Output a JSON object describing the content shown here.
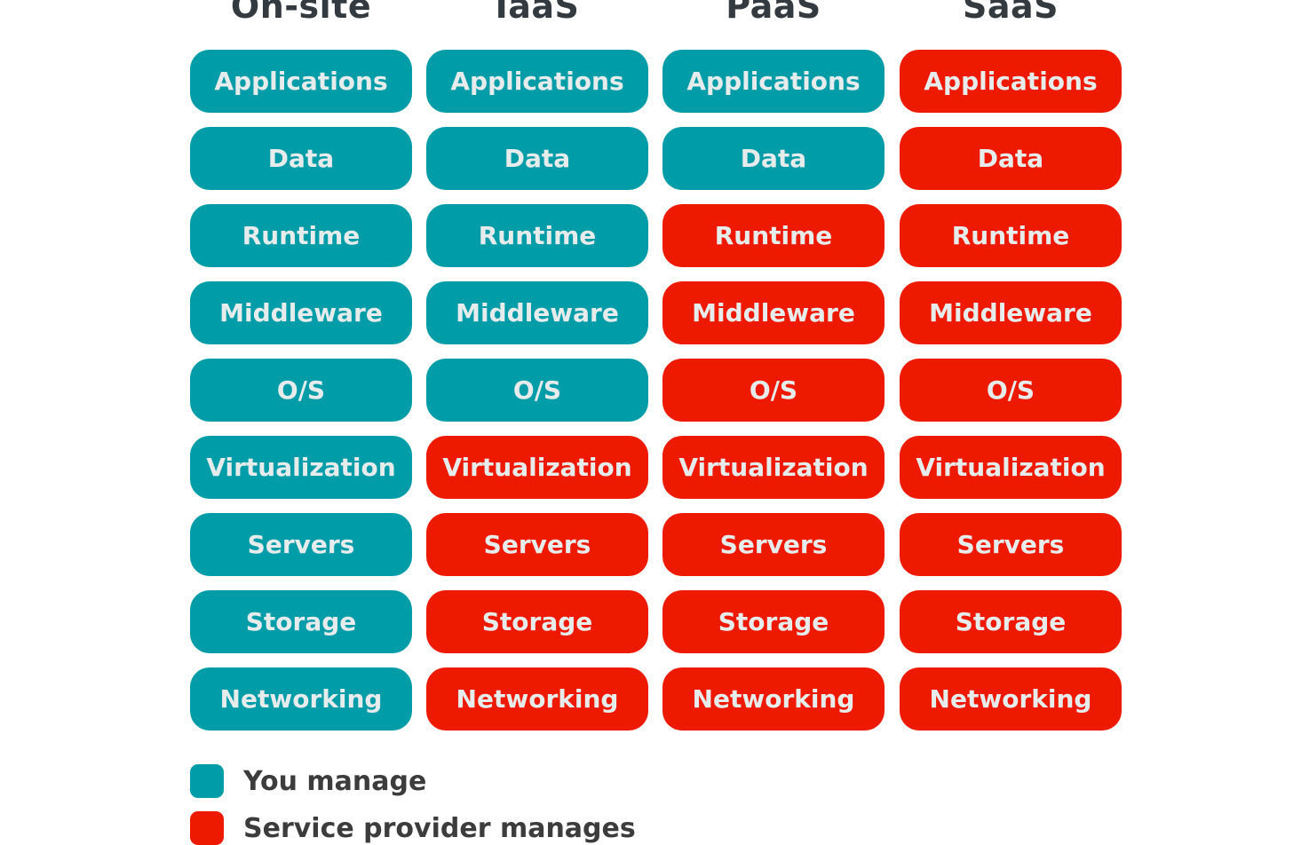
{
  "columns": [
    {
      "title": "On-site",
      "rows": [
        {
          "label": "Applications",
          "owner": "you"
        },
        {
          "label": "Data",
          "owner": "you"
        },
        {
          "label": "Runtime",
          "owner": "you"
        },
        {
          "label": "Middleware",
          "owner": "you"
        },
        {
          "label": "O/S",
          "owner": "you"
        },
        {
          "label": "Virtualization",
          "owner": "you"
        },
        {
          "label": "Servers",
          "owner": "you"
        },
        {
          "label": "Storage",
          "owner": "you"
        },
        {
          "label": "Networking",
          "owner": "you"
        }
      ]
    },
    {
      "title": "IaaS",
      "rows": [
        {
          "label": "Applications",
          "owner": "you"
        },
        {
          "label": "Data",
          "owner": "you"
        },
        {
          "label": "Runtime",
          "owner": "you"
        },
        {
          "label": "Middleware",
          "owner": "you"
        },
        {
          "label": "O/S",
          "owner": "you"
        },
        {
          "label": "Virtualization",
          "owner": "provider"
        },
        {
          "label": "Servers",
          "owner": "provider"
        },
        {
          "label": "Storage",
          "owner": "provider"
        },
        {
          "label": "Networking",
          "owner": "provider"
        }
      ]
    },
    {
      "title": "PaaS",
      "rows": [
        {
          "label": "Applications",
          "owner": "you"
        },
        {
          "label": "Data",
          "owner": "you"
        },
        {
          "label": "Runtime",
          "owner": "provider"
        },
        {
          "label": "Middleware",
          "owner": "provider"
        },
        {
          "label": "O/S",
          "owner": "provider"
        },
        {
          "label": "Virtualization",
          "owner": "provider"
        },
        {
          "label": "Servers",
          "owner": "provider"
        },
        {
          "label": "Storage",
          "owner": "provider"
        },
        {
          "label": "Networking",
          "owner": "provider"
        }
      ]
    },
    {
      "title": "SaaS",
      "rows": [
        {
          "label": "Applications",
          "owner": "provider"
        },
        {
          "label": "Data",
          "owner": "provider"
        },
        {
          "label": "Runtime",
          "owner": "provider"
        },
        {
          "label": "Middleware",
          "owner": "provider"
        },
        {
          "label": "O/S",
          "owner": "provider"
        },
        {
          "label": "Virtualization",
          "owner": "provider"
        },
        {
          "label": "Servers",
          "owner": "provider"
        },
        {
          "label": "Storage",
          "owner": "provider"
        },
        {
          "label": "Networking",
          "owner": "provider"
        }
      ]
    }
  ],
  "legend": {
    "you_manage": "You manage",
    "provider_manages": "Service provider manages"
  },
  "colors": {
    "you": "#009ca8",
    "provider": "#ee1a00",
    "cell_text": "#e6ecec",
    "header_text": "#333a40"
  }
}
